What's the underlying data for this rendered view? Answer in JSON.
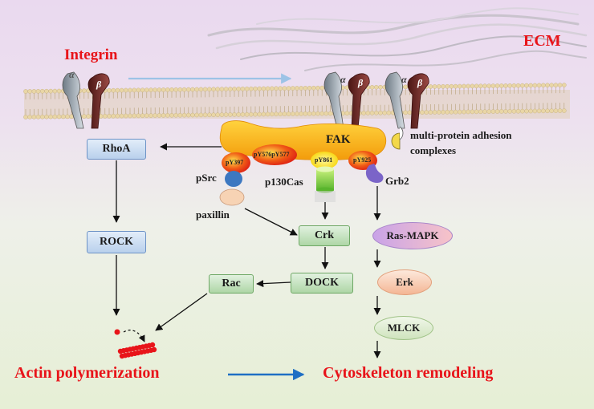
{
  "labels": {
    "ecm": "ECM",
    "integrin": "Integrin",
    "alpha": "α",
    "beta": "β",
    "fak": "FAK",
    "adhesion_line1": "multi-protein adhesion",
    "adhesion_line2": "complexes",
    "psrc": "pSrc",
    "paxillin": "paxillin",
    "p130cas": "p130Cas",
    "grb2": "Grb2",
    "actin": "Actin polymerization",
    "cytoskeleton": "Cytoskeleton remodeling"
  },
  "sites": {
    "py397": "pY397",
    "py576": "pY576pY577",
    "py861": "pY861",
    "py925": "pY925"
  },
  "nodes": {
    "rhoa": "RhoA",
    "rock": "ROCK",
    "rac": "Rac",
    "crk": "Crk",
    "dock": "DOCK",
    "ras_mapk": "Ras-MAPK",
    "erk": "Erk",
    "mlck": "MLCK"
  },
  "colors": {
    "emphasis_red": "#e8141a",
    "fak_orange": "#f7a50a",
    "arrow_blue": "#1f6fc4",
    "membrane_head": "#e9d6a6"
  }
}
